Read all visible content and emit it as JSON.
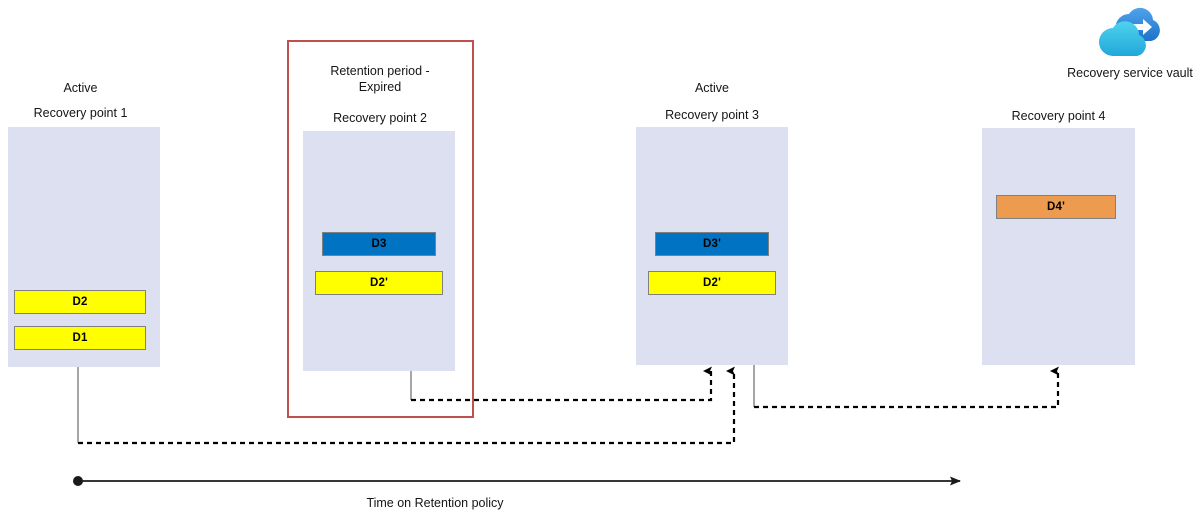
{
  "diagram": {
    "title_text": "",
    "colors": {
      "column_fill": "#DCE0F0",
      "block_yellow": "#FFFF00",
      "block_blue": "#0073C2",
      "block_orange": "#ED9B4E",
      "block_border": "#808080",
      "expired_frame": "#C0504D",
      "connector_solid": "#808080",
      "connector_dashed": "#000000",
      "axis": "#1a1a1a",
      "cloud_back": "#2D8FE0",
      "cloud_front": "#35BEE6",
      "cloud_arrow": "#FFFFFF"
    },
    "vault": {
      "label": "Recovery service vault",
      "icon": "recovery-services-vault-cloud-icon"
    },
    "axis": {
      "label": "Time on Retention policy",
      "start_marker": "dot",
      "end_marker": "arrow"
    },
    "recovery_points": [
      {
        "id": "rp1",
        "status_label": "Active",
        "title": "Recovery point 1",
        "expired": false,
        "blocks": [
          {
            "label": "D2",
            "color": "#FFFF00",
            "kind": "yellow"
          },
          {
            "label": "D1",
            "color": "#FFFF00",
            "kind": "yellow"
          }
        ]
      },
      {
        "id": "rp2",
        "status_label": "Retention period -\nExpired",
        "title": "Recovery point 2",
        "expired": true,
        "blocks": [
          {
            "label": "D3",
            "color": "#0073C2",
            "kind": "blue"
          },
          {
            "label": "D2'",
            "color": "#FFFF00",
            "kind": "yellow"
          }
        ]
      },
      {
        "id": "rp3",
        "status_label": "Active",
        "title": "Recovery point 3",
        "expired": false,
        "blocks": [
          {
            "label": "D3'",
            "color": "#0073C2",
            "kind": "blue"
          },
          {
            "label": "D2'",
            "color": "#FFFF00",
            "kind": "yellow"
          }
        ]
      },
      {
        "id": "rp4",
        "status_label": "",
        "title": "Recovery point 4",
        "expired": false,
        "blocks": [
          {
            "label": "D4'",
            "color": "#ED9B4E",
            "kind": "orange"
          }
        ]
      }
    ]
  }
}
